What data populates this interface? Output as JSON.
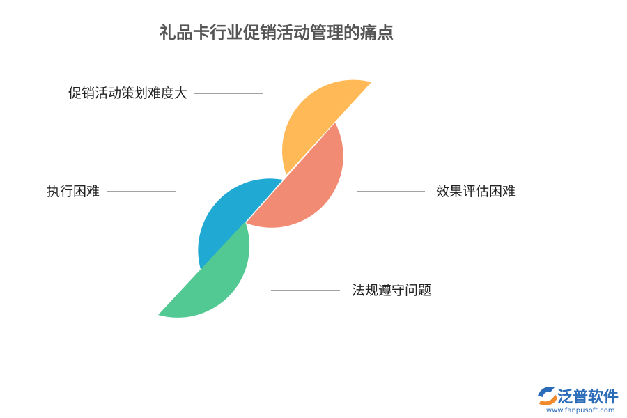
{
  "title": "礼品卡行业促销活动管理的痛点",
  "segments": [
    {
      "label": "促销活动策划难度大",
      "color": "#ffb957"
    },
    {
      "label": "效果评估困难",
      "color": "#f28b73"
    },
    {
      "label": "执行困难",
      "color": "#20aad3"
    },
    {
      "label": "法规遵守问题",
      "color": "#52c993"
    }
  ],
  "logo": {
    "name": "泛普软件",
    "url": "www.fanpusoft.com",
    "icon": "fanpu-logo-icon"
  }
}
